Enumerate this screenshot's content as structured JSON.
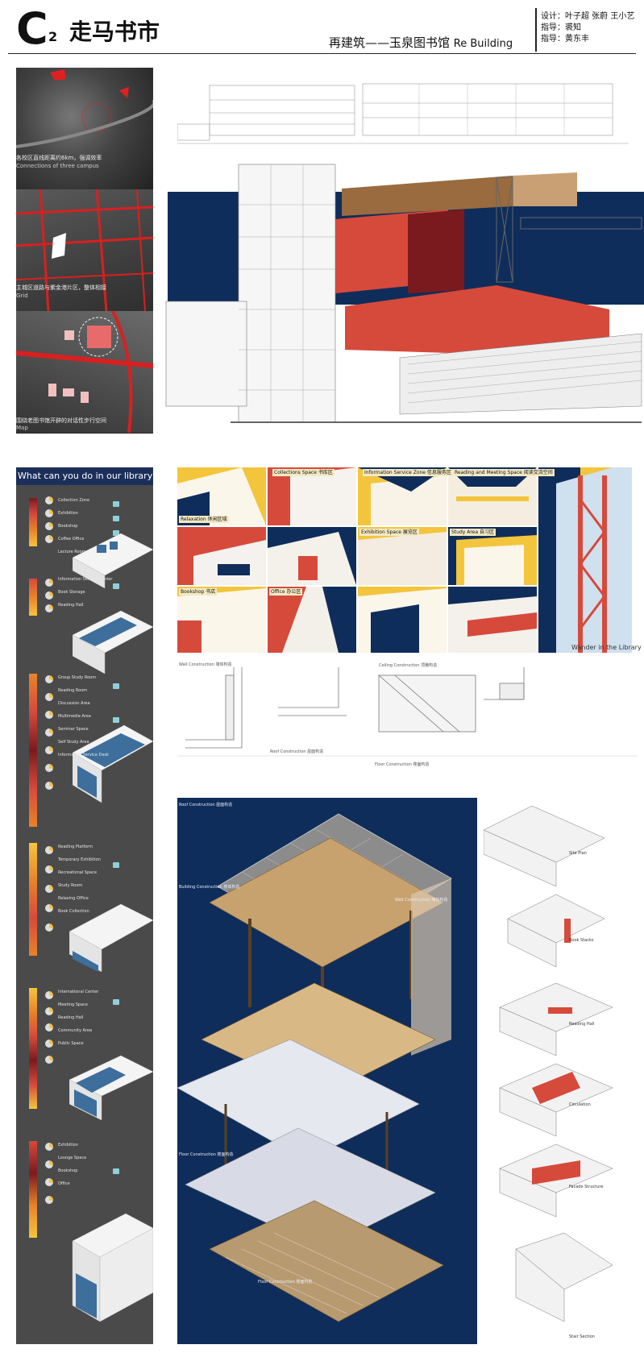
{
  "header": {
    "logo": "C",
    "logo_sub": "2",
    "book_title": "走马书市",
    "project_title": "再建筑——玉泉图书馆",
    "project_title_en": "Re Building",
    "credits": [
      "设计：叶子超 张蔚 王小艺",
      "指导：裘知",
      "指导：黄东丰"
    ]
  },
  "maps": [
    {
      "caption": "各校区直线距离约6km，强调效率",
      "caption_en": "Connections of three campus"
    },
    {
      "caption": "主城区道路与紫金港片区，整体相接",
      "caption_en": "Grid"
    },
    {
      "caption": "围绕老图书馆开辟的对话性步行空间",
      "caption_en": "Map"
    }
  ],
  "sidebar": {
    "title": "What can you do in our library ?",
    "groups": [
      {
        "items": [
          "Collection Zone",
          "Exhibition",
          "Bookshop",
          "Coffee Office",
          "Lecture Room"
        ]
      },
      {
        "items": [
          "Information Service Center",
          "Book Storage",
          "Reading Hall"
        ]
      },
      {
        "items": [
          "Group Study Room",
          "Reading Room",
          "Discussion Area",
          "Multimedia Area",
          "Seminar Space",
          "Self Study Area",
          "Information Service Desk"
        ]
      },
      {
        "items": [
          "Reading Platform",
          "Temporary Exhibition",
          "Recreational Space",
          "Study Room",
          "Relaxing Office",
          "Book Collection"
        ]
      },
      {
        "items": [
          "International Center",
          "Meeting Space",
          "Reading Hall",
          "Community Area",
          "Public Space"
        ]
      },
      {
        "items": [
          "Exhibition",
          "Lounge Space",
          "Bookshop",
          "Office"
        ]
      }
    ]
  },
  "views": {
    "captions": [
      "Collections Space 书库区",
      "Information Service Zone 信息服务区",
      "Reading and Meeting Space 阅读交流空间",
      "Relaxation 休闲区域",
      "Bookshop 书店",
      "Office 办公区",
      "Exhibition Space 展览区",
      "Study Area 自习区"
    ],
    "wander": "Wander in the Library"
  },
  "details": {
    "labels": [
      "Wall Construction 墙体构造",
      "Roof Construction 屋面构造",
      "Ceiling Construction 顶棚构造",
      "Floor Construction 楼面构造"
    ]
  },
  "axo": {
    "labels": [
      "Roof Construction 屋面构造",
      "Building Construction 楼体构造",
      "Wall Construction 墙体构造",
      "Floor Construction 楼面构造",
      "Floor Construction 楼面构造"
    ]
  },
  "diagrams": {
    "labels": [
      "Site Plan",
      "Book Stacks",
      "Reading Hall",
      "Circulation",
      "Facade Structure",
      "Stair Section"
    ]
  },
  "colors": {
    "navy": "#0f2d5a",
    "red": "#d64a3c",
    "yellow": "#f3c53d",
    "dark_red": "#7a1a1f",
    "orange": "#e8832a",
    "grey": "#4a4a4a",
    "cyan": "#8fd0d8"
  },
  "icons": [
    "map-marker-icon",
    "bar-indicator-icon",
    "pie-chart-icon",
    "people-icon",
    "book-icon"
  ]
}
